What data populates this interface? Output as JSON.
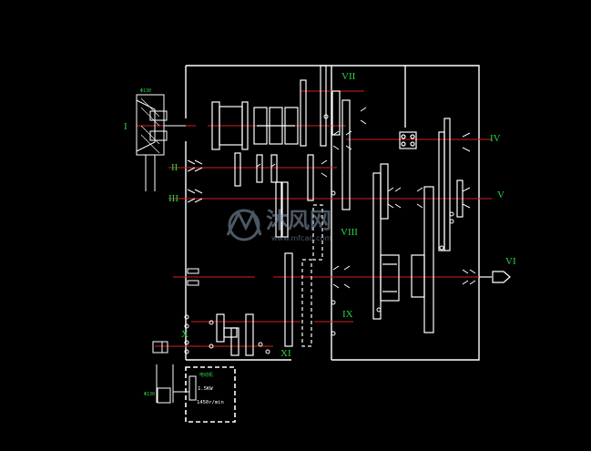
{
  "diagram": {
    "roman_labels": {
      "I": "I",
      "II": "II",
      "III": "III",
      "IV": "IV",
      "V": "V",
      "VI": "VI",
      "VII": "VII",
      "VIII": "VIII",
      "IX": "IX",
      "X": "X",
      "XI": "XI"
    },
    "pulley_label": "Φ130",
    "motor": {
      "title": "电动机",
      "power": "1.5KW",
      "speed": "1450r/min"
    },
    "colors": {
      "line": "#ffffff",
      "shaft": "#d42020",
      "label": "#27d644",
      "motor_border": "#ffffff"
    }
  },
  "watermark": {
    "name": "沐风网",
    "url": "www.mfcad.com"
  }
}
